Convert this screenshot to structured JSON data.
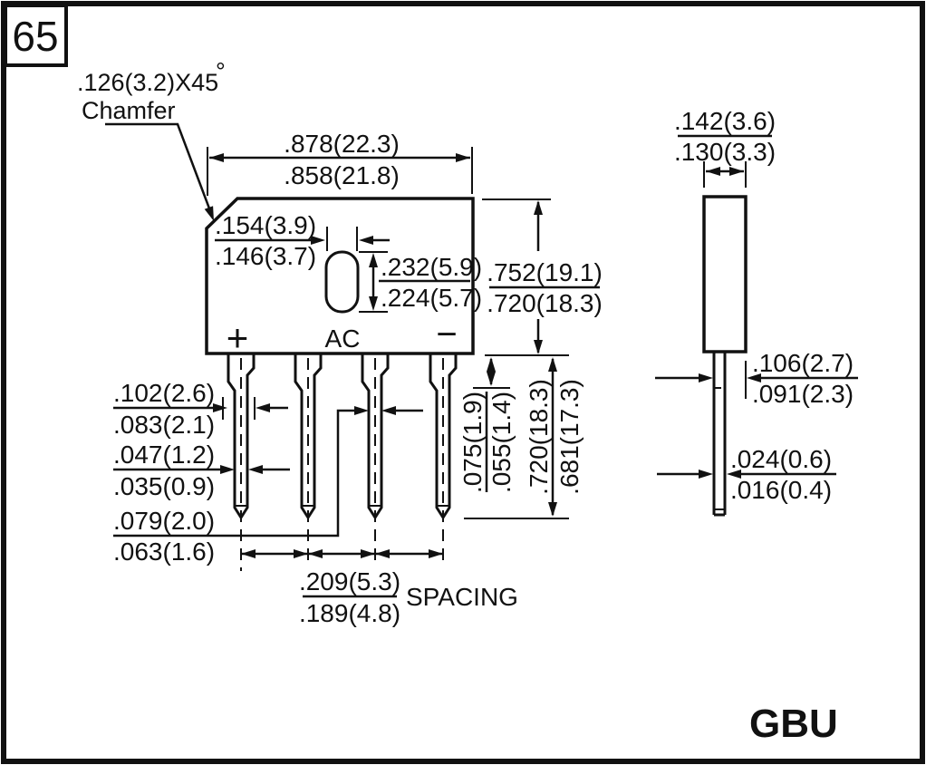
{
  "page": {
    "index_number": "65",
    "package_name": "GBU"
  },
  "chamfer_note": {
    "value": ".126(3.2)X45",
    "degree": "°",
    "label": "Chamfer"
  },
  "front_view": {
    "terminal_plus": "+",
    "terminal_ac": "AC",
    "terminal_minus": "−",
    "dim_body_width": {
      "max": ".878(22.3)",
      "min": ".858(21.8)"
    },
    "dim_hole_width": {
      "max": ".154(3.9)",
      "min": ".146(3.7)"
    },
    "dim_hole_height": {
      "max": ".232(5.9)",
      "min": ".224(5.7)"
    },
    "dim_body_height": {
      "max": ".752(19.1)",
      "min": ".720(18.3)"
    },
    "dim_shoulder_width": {
      "max": ".102(2.6)",
      "min": ".083(2.1)"
    },
    "dim_lead_width": {
      "max": ".047(1.2)",
      "min": ".035(0.9)"
    },
    "dim_lead_width_ac": {
      "max": ".079(2.0)",
      "min": ".063(1.6)"
    },
    "dim_shoulder_length": {
      "max": ".075(1.9)",
      "min": ".055(1.4)"
    },
    "dim_lead_length": {
      "max": ".720(18.3)",
      "min": ".681(17.3)"
    },
    "dim_lead_spacing": {
      "max": ".209(5.3)",
      "min": ".189(4.8)",
      "label": "SPACING"
    }
  },
  "side_view": {
    "dim_body_thickness": {
      "max": ".142(3.6)",
      "min": ".130(3.3)"
    },
    "dim_lead_offset": {
      "max": ".106(2.7)",
      "min": ".091(2.3)"
    },
    "dim_lead_edge": {
      "max": ".024(0.6)",
      "min": ".016(0.4)"
    }
  },
  "colors": {
    "line": "#111111",
    "background": "#ffffff"
  }
}
